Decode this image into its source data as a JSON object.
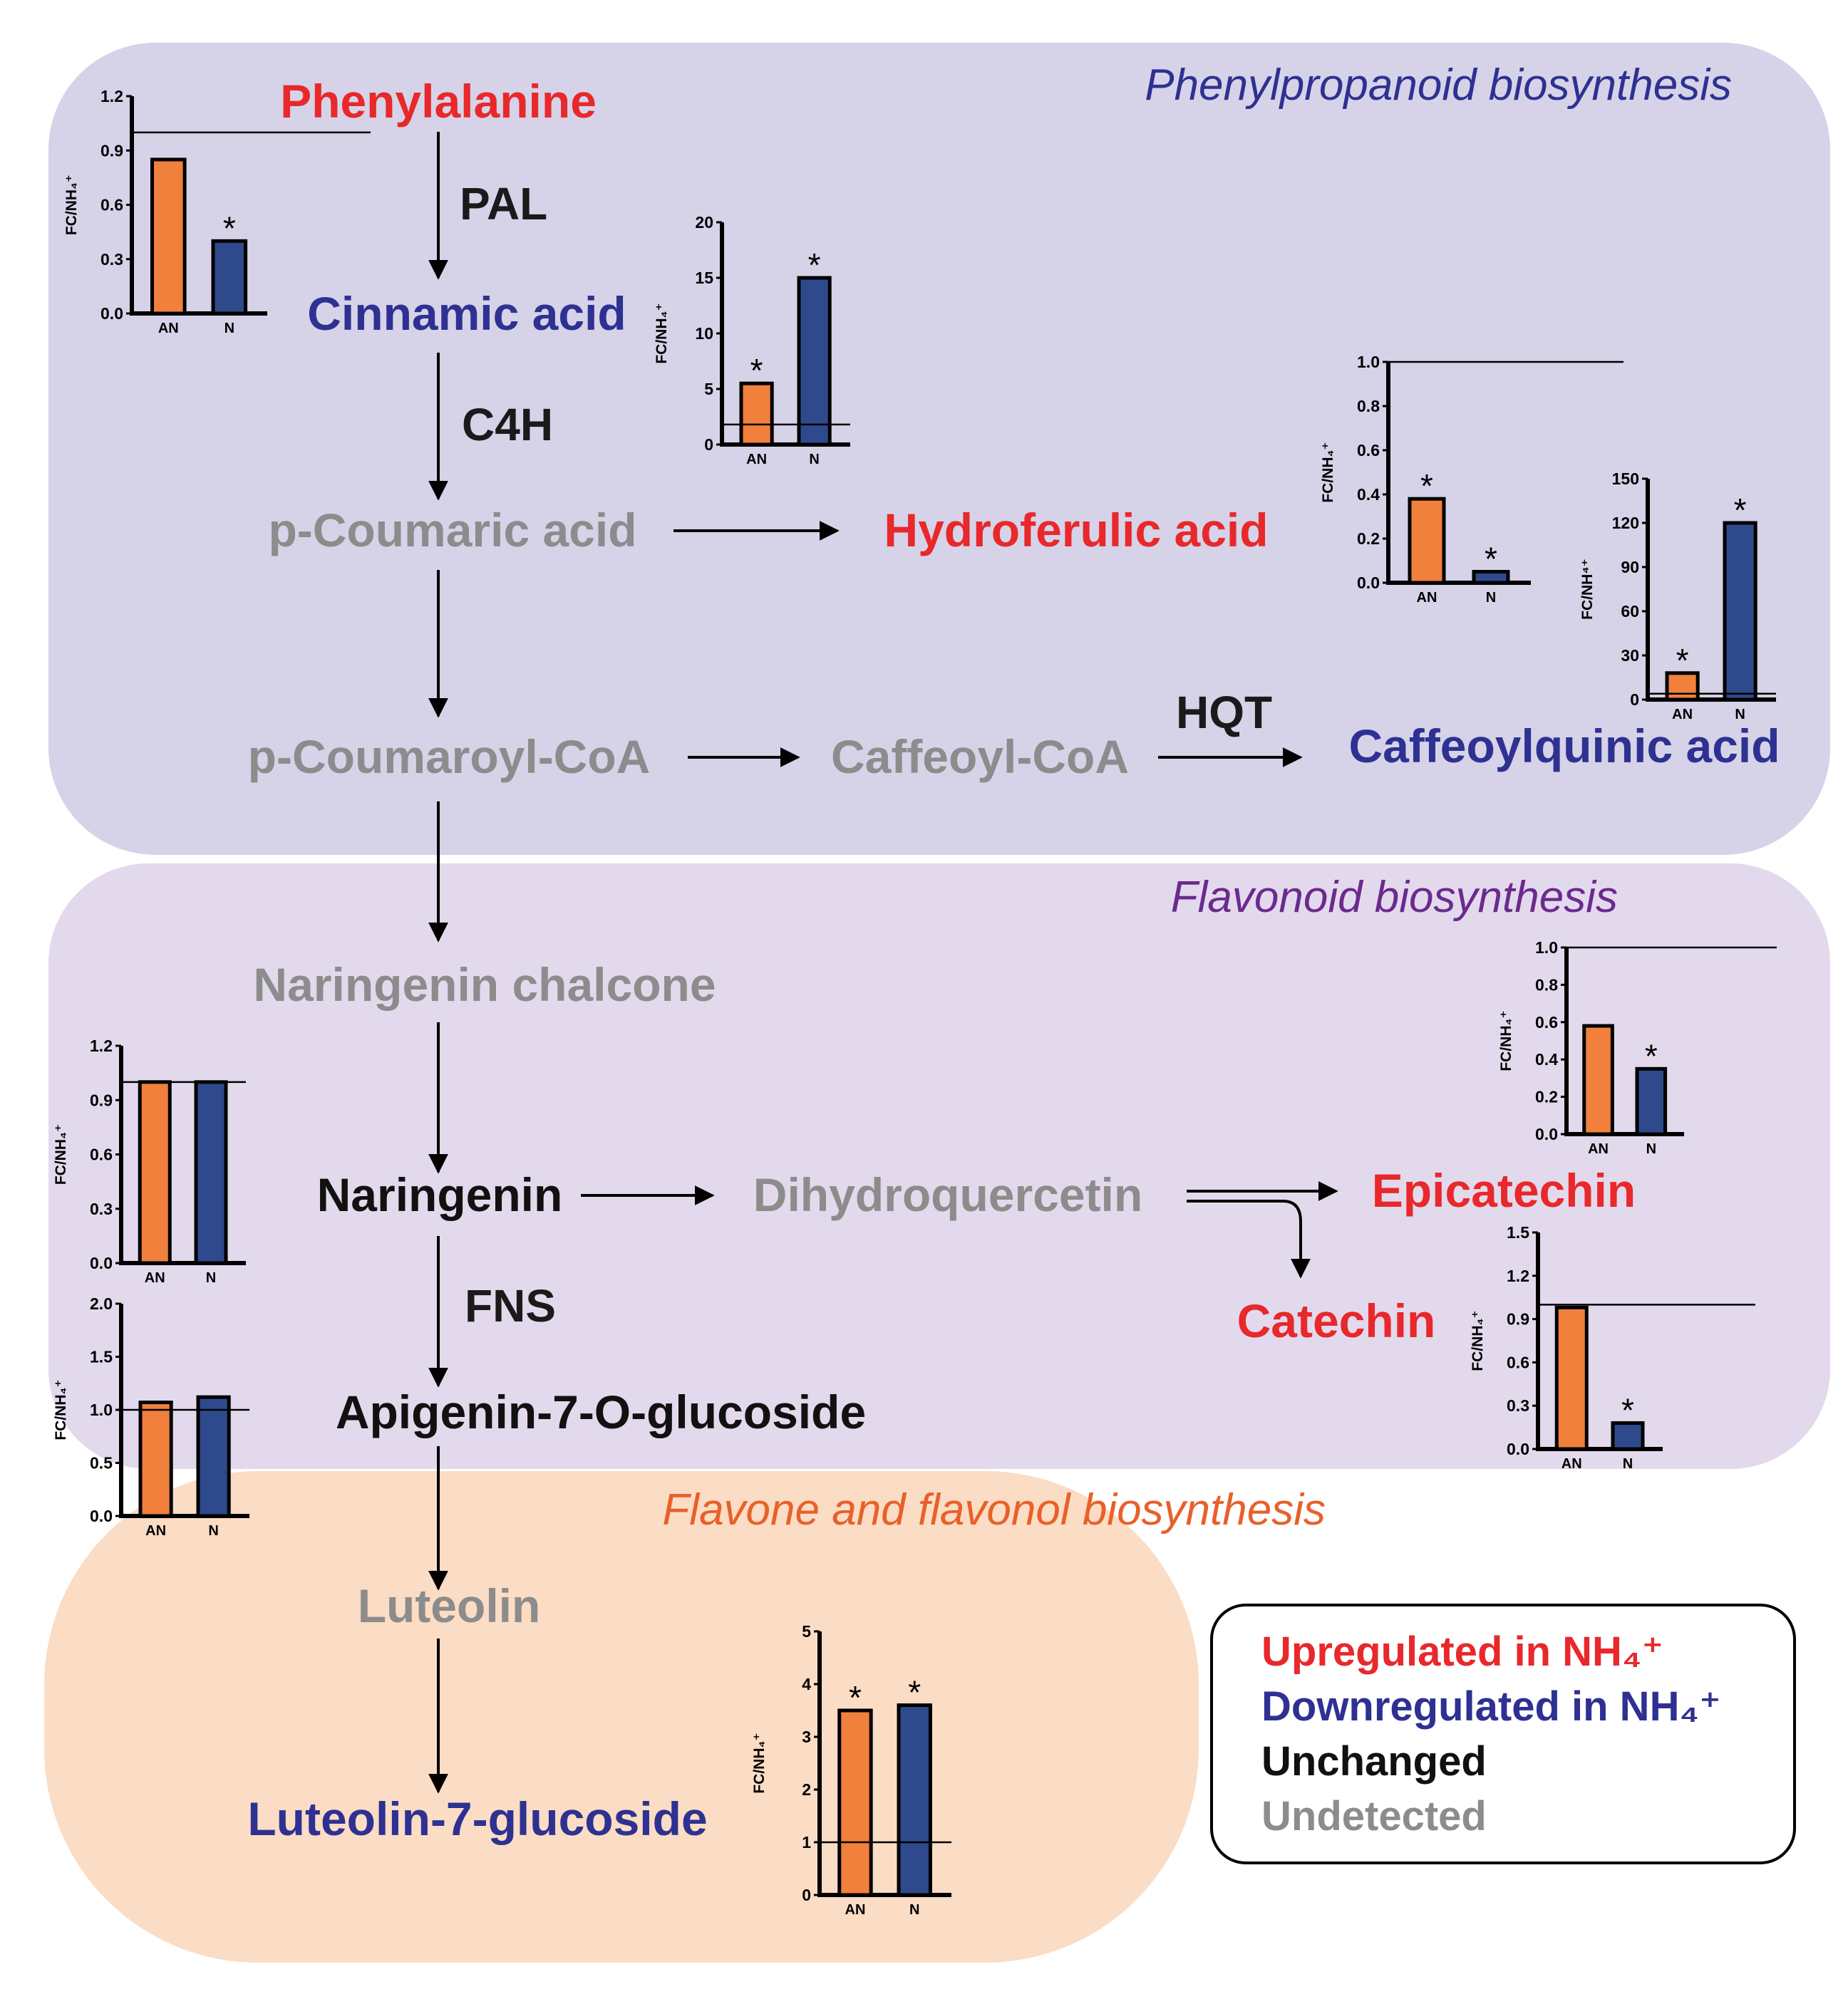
{
  "colors": {
    "upregulated": "#e8282b",
    "downregulated": "#2e3192",
    "unchanged": "#111111",
    "undetected": "#8c8c8c",
    "bar_AN": "#f0803c",
    "bar_N": "#2e4a8c",
    "phenyl_bg": "#d6d3e8",
    "flavonoid_bg": "#e3d9ec",
    "flavone_bg": "#fbdcc4",
    "phenyl_title": "#2e3192",
    "flavonoid_title": "#6a2a8e",
    "flavone_title": "#e8602a"
  },
  "sections": {
    "phenylpropanoid": "Phenylpropanoid biosynthesis",
    "flavonoid": "Flavonoid biosynthesis",
    "flavone": "Flavone and flavonol biosynthesis"
  },
  "nodes": {
    "phenylalanine": {
      "label": "Phenylalanine",
      "status": "upregulated"
    },
    "cinnamic": {
      "label": "Cinnamic acid",
      "status": "downregulated"
    },
    "pcoumaric": {
      "label": "p-Coumaric acid",
      "status": "undetected"
    },
    "hydroferulic": {
      "label": "Hydroferulic acid",
      "status": "upregulated"
    },
    "pcoumaroyl": {
      "label": "p-Coumaroyl-CoA",
      "status": "undetected"
    },
    "caffeoylcoa": {
      "label": "Caffeoyl-CoA",
      "status": "undetected"
    },
    "caffeoylquinic": {
      "label": "Caffeoylquinic acid",
      "status": "downregulated"
    },
    "chalcone": {
      "label": "Naringenin chalcone",
      "status": "undetected"
    },
    "naringenin": {
      "label": "Naringenin",
      "status": "unchanged"
    },
    "dihydroquercetin": {
      "label": "Dihydroquercetin",
      "status": "undetected"
    },
    "epicatechin": {
      "label": "Epicatechin",
      "status": "upregulated"
    },
    "catechin": {
      "label": "Catechin",
      "status": "upregulated"
    },
    "apigenin": {
      "label": "Apigenin-7-O-glucoside",
      "status": "unchanged"
    },
    "luteolin": {
      "label": "Luteolin",
      "status": "undetected"
    },
    "luteolin7g": {
      "label": "Luteolin-7-glucoside",
      "status": "downregulated"
    }
  },
  "enzymes": {
    "pal": "PAL",
    "c4h": "C4H",
    "hqt": "HQT",
    "fns": "FNS"
  },
  "legend": {
    "up": "Upregulated in NH₄⁺",
    "down": "Downregulated in NH₄⁺",
    "unchanged": "Unchanged",
    "undetected": "Undetected"
  },
  "chart_data": [
    {
      "id": "phenylalanine",
      "type": "bar",
      "ylabel": "FC/NH₄⁺",
      "categories": [
        "AN",
        "N"
      ],
      "values": [
        0.85,
        0.4
      ],
      "ylim": [
        0,
        1.2
      ],
      "yticks": [
        "0.0",
        "0.3",
        "0.6",
        "0.9",
        "1.2"
      ],
      "ref_line": 1.0,
      "stars": [
        false,
        true
      ]
    },
    {
      "id": "cinnamic",
      "type": "bar",
      "ylabel": "FC/NH₄⁺",
      "categories": [
        "AN",
        "N"
      ],
      "values": [
        5.5,
        15
      ],
      "ylim": [
        0,
        20
      ],
      "yticks": [
        "0",
        "5",
        "10",
        "15",
        "20"
      ],
      "ref_line": 1.8,
      "stars": [
        true,
        true
      ]
    },
    {
      "id": "hydroferulic",
      "type": "bar",
      "ylabel": "FC/NH₄⁺",
      "categories": [
        "AN",
        "N"
      ],
      "values": [
        0.38,
        0.05
      ],
      "ylim": [
        0,
        1.0
      ],
      "yticks": [
        "0.0",
        "0.2",
        "0.4",
        "0.6",
        "0.8",
        "1.0"
      ],
      "ref_line": 1.0,
      "stars": [
        true,
        true
      ]
    },
    {
      "id": "caffeoylquinic",
      "type": "bar",
      "ylabel": "FC/NH⁴⁺",
      "categories": [
        "AN",
        "N"
      ],
      "values": [
        18,
        120
      ],
      "ylim": [
        0,
        150
      ],
      "yticks": [
        "0",
        "30",
        "60",
        "90",
        "120",
        "150"
      ],
      "ref_line": 4,
      "stars": [
        true,
        true
      ]
    },
    {
      "id": "epicatechin",
      "type": "bar",
      "ylabel": "FC/NH₄⁺",
      "categories": [
        "AN",
        "N"
      ],
      "values": [
        0.58,
        0.35
      ],
      "ylim": [
        0,
        1.0
      ],
      "yticks": [
        "0.0",
        "0.2",
        "0.4",
        "0.6",
        "0.8",
        "1.0"
      ],
      "ref_line": 1.0,
      "stars": [
        false,
        true
      ]
    },
    {
      "id": "catechin",
      "type": "bar",
      "ylabel": "FC/NH₄⁺",
      "categories": [
        "AN",
        "N"
      ],
      "values": [
        0.98,
        0.18
      ],
      "ylim": [
        0,
        1.5
      ],
      "yticks": [
        "0.0",
        "0.3",
        "0.6",
        "0.9",
        "1.2",
        "1.5"
      ],
      "ref_line": 1.0,
      "stars": [
        false,
        true
      ]
    },
    {
      "id": "naringenin",
      "type": "bar",
      "ylabel": "FC/NH₄⁺",
      "categories": [
        "AN",
        "N"
      ],
      "values": [
        1.0,
        1.0
      ],
      "ylim": [
        0,
        1.2
      ],
      "yticks": [
        "0.0",
        "0.3",
        "0.6",
        "0.9",
        "1.2"
      ],
      "ref_line": 1.0,
      "stars": [
        false,
        false
      ]
    },
    {
      "id": "apigenin",
      "type": "bar",
      "ylabel": "FC/NH₄⁺",
      "categories": [
        "AN",
        "N"
      ],
      "values": [
        1.07,
        1.12
      ],
      "ylim": [
        0,
        2.0
      ],
      "yticks": [
        "0.0",
        "0.5",
        "1.0",
        "1.5",
        "2.0"
      ],
      "ref_line": 1.0,
      "stars": [
        false,
        false
      ]
    },
    {
      "id": "luteolin7g",
      "type": "bar",
      "ylabel": "FC/NH₄⁺",
      "categories": [
        "AN",
        "N"
      ],
      "values": [
        3.5,
        3.6
      ],
      "ylim": [
        0,
        5
      ],
      "yticks": [
        "0",
        "1",
        "2",
        "3",
        "4",
        "5"
      ],
      "ref_line": 1.0,
      "stars": [
        true,
        true
      ]
    }
  ]
}
